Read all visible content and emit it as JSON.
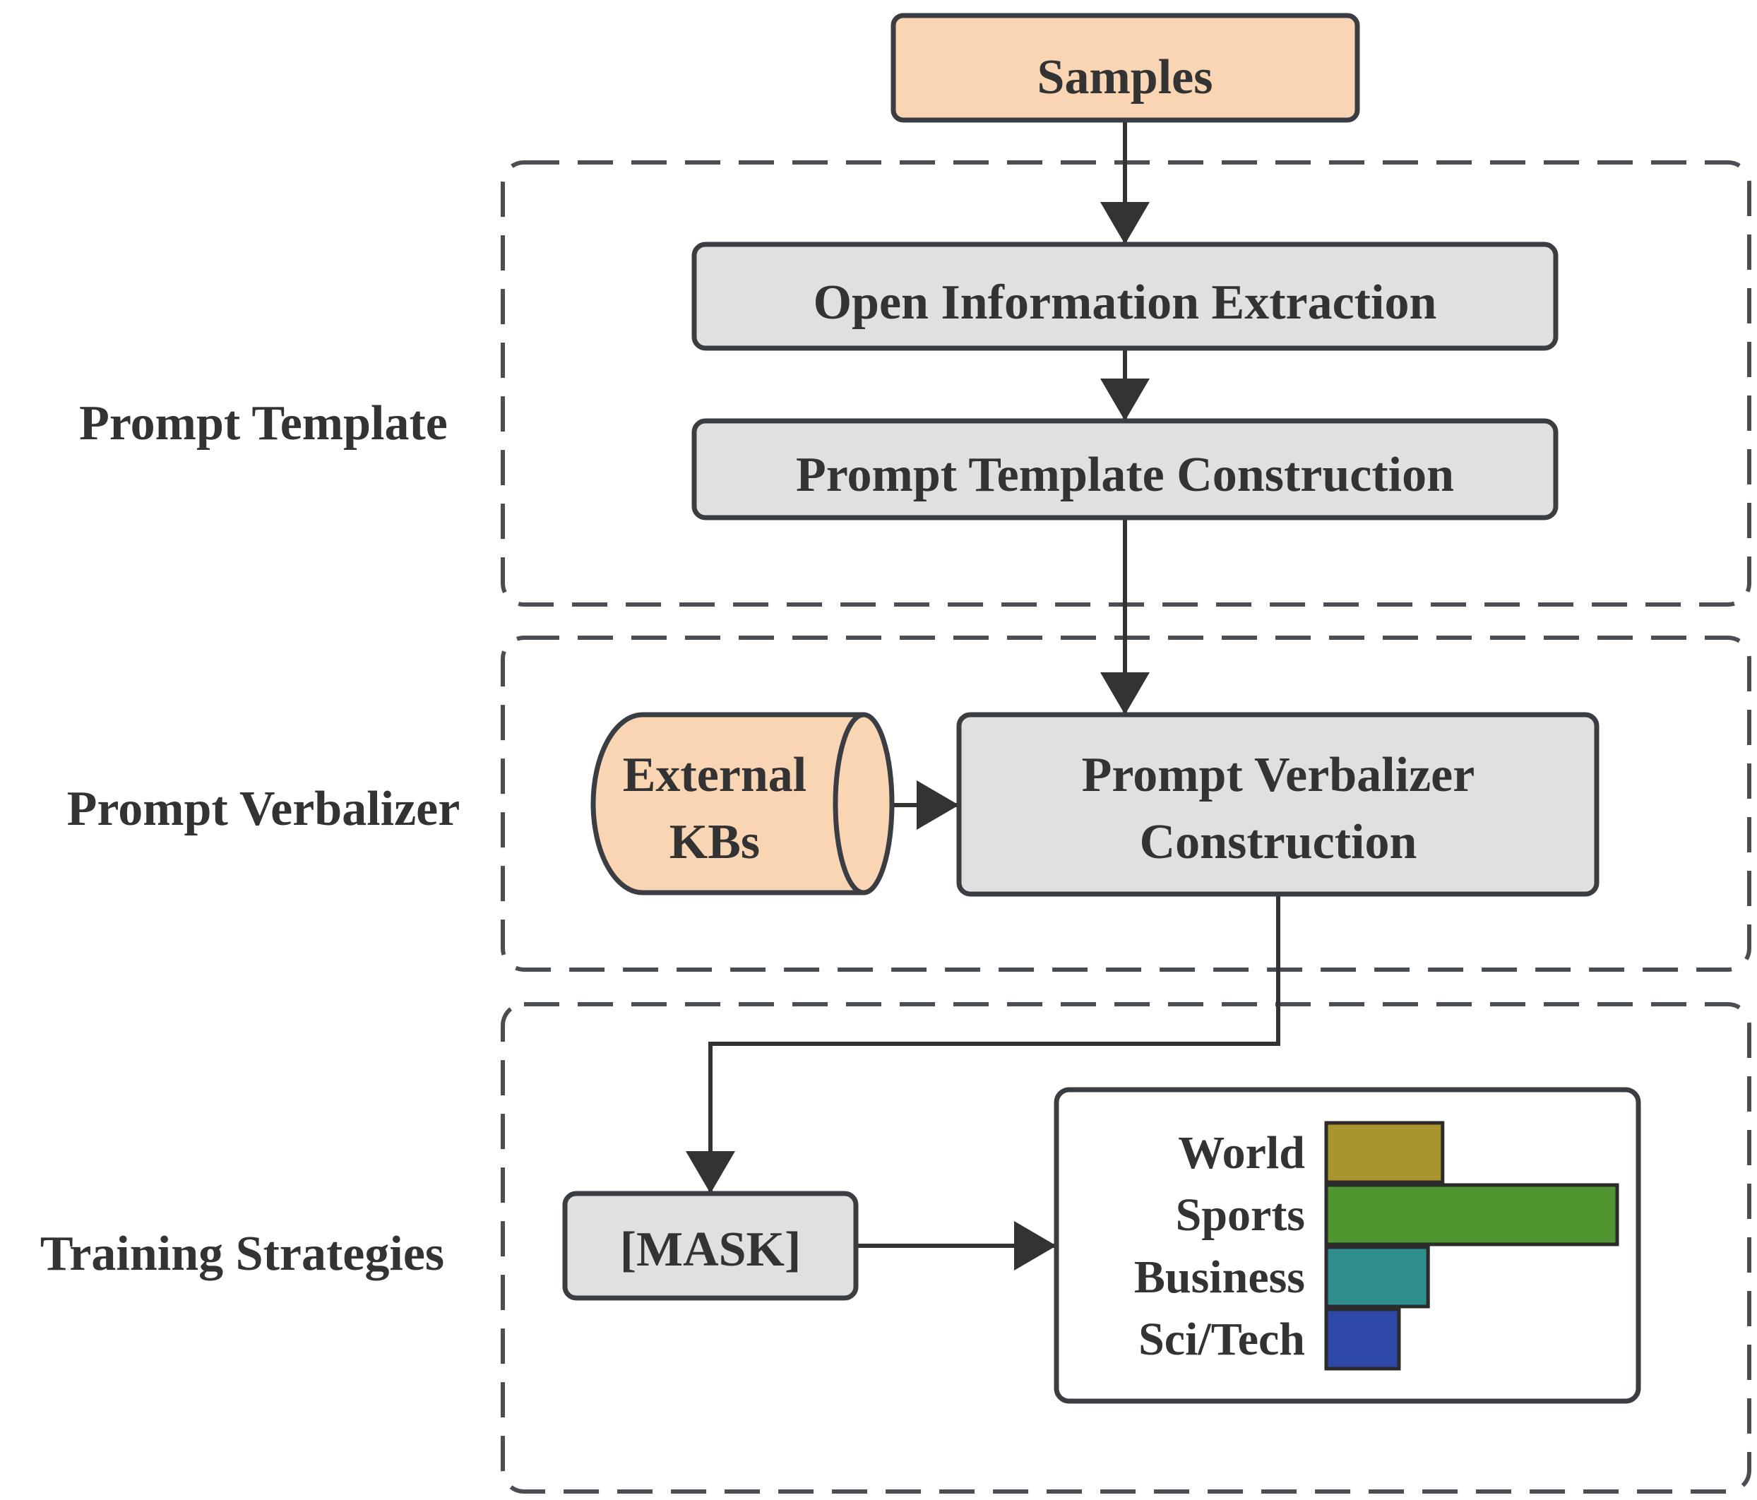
{
  "nodes": {
    "samples": "Samples",
    "open_information_extraction": "Open Information Extraction",
    "prompt_template_construction": "Prompt Template Construction",
    "external_kbs": [
      "External",
      "KBs"
    ],
    "prompt_verbalizer_construction": [
      "Prompt Verbalizer",
      "Construction"
    ],
    "mask": "[MASK]"
  },
  "sections": {
    "prompt_template": "Prompt Template",
    "prompt_verbalizer": "Prompt Verbalizer",
    "training_strategies": "Training Strategies"
  },
  "colors": {
    "input_fill": "#f9d5b4",
    "process_fill": "#e0e0e0",
    "stroke": "#3a3d42",
    "world": "#a8952f",
    "sports": "#4f9530",
    "business": "#2e8f8c",
    "scitech": "#2e48a8"
  },
  "chart_data": {
    "type": "bar",
    "orientation": "horizontal",
    "categories": [
      "World",
      "Sports",
      "Business",
      "Sci/Tech"
    ],
    "values": [
      0.4,
      1.0,
      0.35,
      0.25
    ],
    "title": "",
    "xlabel": "",
    "ylabel": ""
  }
}
